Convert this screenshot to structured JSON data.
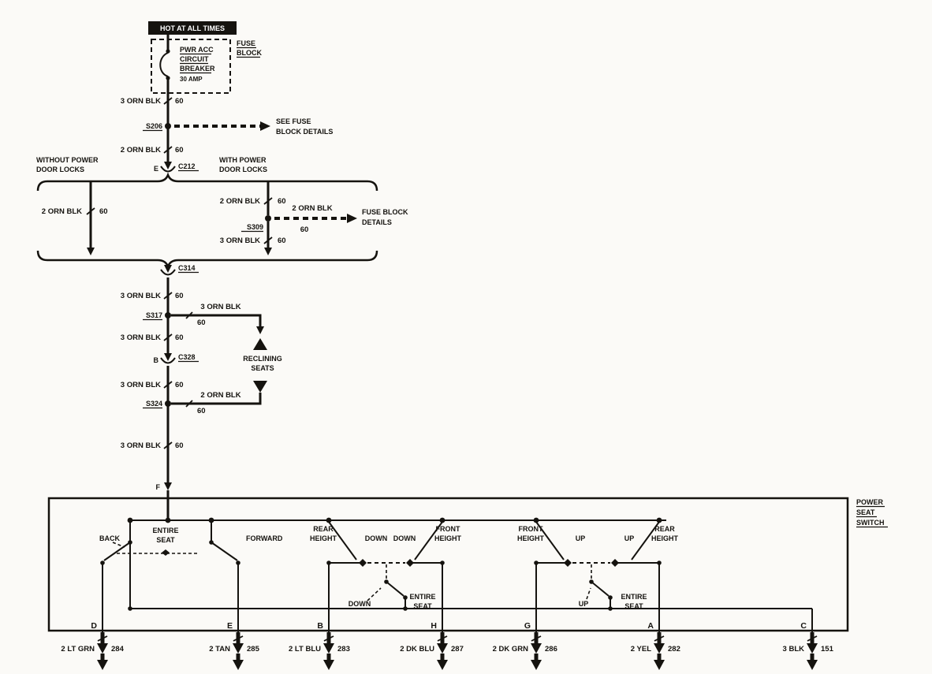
{
  "colors": {
    "ink": "#15130f",
    "paper": "#fbfaf7"
  },
  "diagram": {
    "hot_tag": "HOT AT ALL TIMES",
    "breaker": {
      "name1": "PWR ACC",
      "name2": "CIRCUIT",
      "name3": "BREAKER",
      "rating": "30 AMP"
    },
    "fuse_block_label": {
      "l1": "FUSE",
      "l2": "BLOCK"
    },
    "w1": {
      "color": "3 ORN BLK",
      "ckt": "60"
    },
    "s206": {
      "id": "S206",
      "note1": "SEE FUSE",
      "note2": "BLOCK DETAILS"
    },
    "w2": {
      "color": "2 ORN BLK",
      "ckt": "60"
    },
    "c212": {
      "pin": "E",
      "id": "C212"
    },
    "opt_left": {
      "t1": "WITHOUT POWER",
      "t2": "DOOR LOCKS",
      "w": {
        "color": "2 ORN BLK",
        "ckt": "60"
      }
    },
    "opt_right": {
      "t1": "WITH POWER",
      "t2": "DOOR LOCKS",
      "w1": {
        "color": "2 ORN BLK",
        "ckt": "60"
      },
      "s309": {
        "id": "S309"
      },
      "branch": {
        "color": "2 ORN BLK",
        "ckt": "60",
        "t1": "FUSE BLOCK",
        "t2": "DETAILS"
      },
      "w2": {
        "color": "3 ORN BLK",
        "ckt": "60"
      }
    },
    "c314": {
      "id": "C314"
    },
    "w3": {
      "color": "3 ORN BLK",
      "ckt": "60"
    },
    "s317": {
      "id": "S317",
      "branch": {
        "color": "3 ORN BLK",
        "ckt": "60",
        "t1": "RECLINING",
        "t2": "SEATS"
      }
    },
    "w4": {
      "color": "3 ORN BLK",
      "ckt": "60"
    },
    "c328": {
      "pin": "B",
      "id": "C328"
    },
    "w5": {
      "color": "3 ORN BLK",
      "ckt": "60"
    },
    "s324": {
      "id": "S324",
      "branch": {
        "color": "2 ORN BLK",
        "ckt": "60"
      }
    },
    "w6": {
      "color": "3 ORN BLK",
      "ckt": "60"
    },
    "pin_f": "F",
    "switch": {
      "t1": "POWER",
      "t2": "SEAT",
      "t3": "SWITCH",
      "back": "BACK",
      "entire1": "ENTIRE",
      "entire2": "SEAT",
      "forward": "FORWARD",
      "rear_l1": "REAR",
      "rear_l2": "HEIGHT",
      "down_l": "DOWN",
      "down_r": "DOWN",
      "front_l1": "FRONT",
      "front_l2": "HEIGHT",
      "front_r1": "FRONT",
      "front_r2": "HEIGHT",
      "up_l": "UP",
      "up_r": "UP",
      "rear_r1": "REAR",
      "rear_r2": "HEIGHT",
      "es_down": {
        "dir": "DOWN",
        "t1": "ENTIRE",
        "t2": "SEAT"
      },
      "es_up": {
        "dir": "UP",
        "t1": "ENTIRE",
        "t2": "SEAT"
      }
    },
    "outputs": [
      {
        "pin": "D",
        "color": "2 LT GRN",
        "ckt": "284"
      },
      {
        "pin": "E",
        "color": "2 TAN",
        "ckt": "285"
      },
      {
        "pin": "B",
        "color": "2 LT BLU",
        "ckt": "283"
      },
      {
        "pin": "H",
        "color": "2 DK BLU",
        "ckt": "287"
      },
      {
        "pin": "G",
        "color": "2 DK GRN",
        "ckt": "286"
      },
      {
        "pin": "A",
        "color": "2 YEL",
        "ckt": "282"
      },
      {
        "pin": "C",
        "color": "3 BLK",
        "ckt": "151"
      }
    ]
  }
}
